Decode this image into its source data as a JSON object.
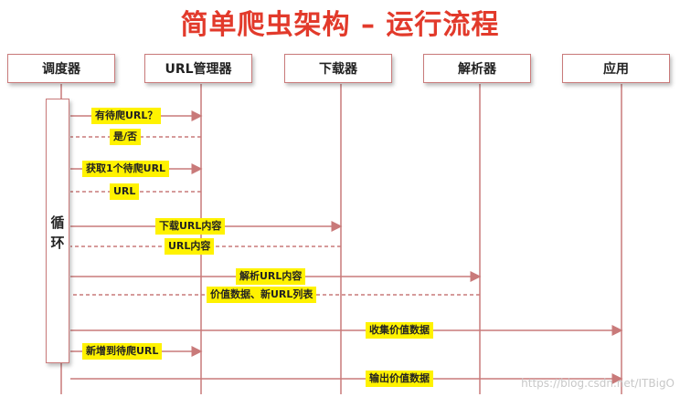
{
  "title": "简单爬虫架构 – 运行流程",
  "actors": [
    "调度器",
    "URL管理器",
    "下载器",
    "解析器",
    "应用"
  ],
  "loop_label": [
    "循",
    "环"
  ],
  "messages": [
    {
      "label": "有待爬URL？",
      "from": 0,
      "to": 1,
      "style": "solid"
    },
    {
      "label": "是/否",
      "from": 1,
      "to": 0,
      "style": "dashed"
    },
    {
      "label": "获取1个待爬URL",
      "from": 0,
      "to": 1,
      "style": "solid"
    },
    {
      "label": "URL",
      "from": 1,
      "to": 0,
      "style": "dashed"
    },
    {
      "label": "下载URL内容",
      "from": 0,
      "to": 2,
      "style": "solid"
    },
    {
      "label": "URL内容",
      "from": 2,
      "to": 0,
      "style": "dashed"
    },
    {
      "label": "解析URL内容",
      "from": 0,
      "to": 3,
      "style": "solid"
    },
    {
      "label": "价值数据、新URL列表",
      "from": 3,
      "to": 0,
      "style": "dashed"
    },
    {
      "label": "收集价值数据",
      "from": 0,
      "to": 4,
      "style": "solid"
    },
    {
      "label": "新增到待爬URL",
      "from": 0,
      "to": 1,
      "style": "solid"
    },
    {
      "label": "输出价值数据",
      "from": 0,
      "to": 4,
      "style": "solid"
    }
  ],
  "watermark": "https://blog.csdn.net/ITBigO",
  "colors": {
    "title": "#e23a2b",
    "line": "#c97a7a",
    "highlight": "#fff200"
  }
}
